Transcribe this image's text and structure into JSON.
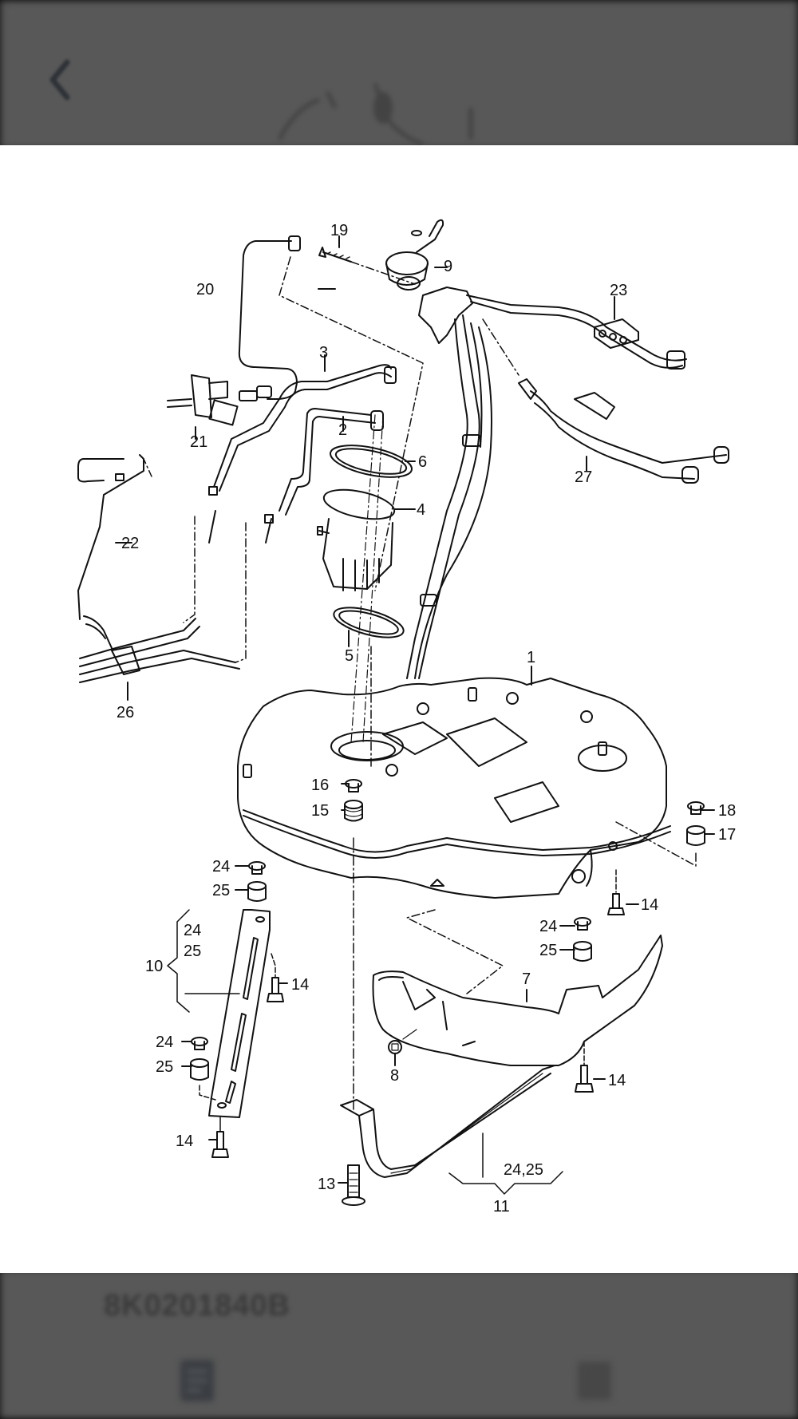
{
  "header": {
    "back_icon": "chevron-left-icon"
  },
  "diagram": {
    "labels": {
      "p1": "1",
      "p2": "2",
      "p3": "3",
      "p4": "4",
      "p5": "5",
      "p6": "6",
      "p7": "7",
      "p8": "8",
      "p9": "9",
      "p10": "10",
      "p11": "11",
      "p13": "13",
      "p14a": "14",
      "p14b": "14",
      "p14c": "14",
      "p14d": "14",
      "p15": "15",
      "p16": "16",
      "p17": "17",
      "p18": "18",
      "p19": "19",
      "p20": "20",
      "p21": "21",
      "p22": "22",
      "p23": "23",
      "p24a": "24",
      "p24b": "24",
      "p24c": "24",
      "p24d": "24",
      "p25a": "25",
      "p25b": "25",
      "p25c": "25",
      "p25d": "25",
      "p26": "26",
      "p27": "27",
      "p2425": "24,25"
    }
  },
  "footer": {
    "part_number": "8K0201840B",
    "left_icon": "document-icon",
    "right_icon": "cart-icon"
  },
  "colors": {
    "overlay": "#585858",
    "line": "#111111",
    "background": "#ffffff"
  }
}
